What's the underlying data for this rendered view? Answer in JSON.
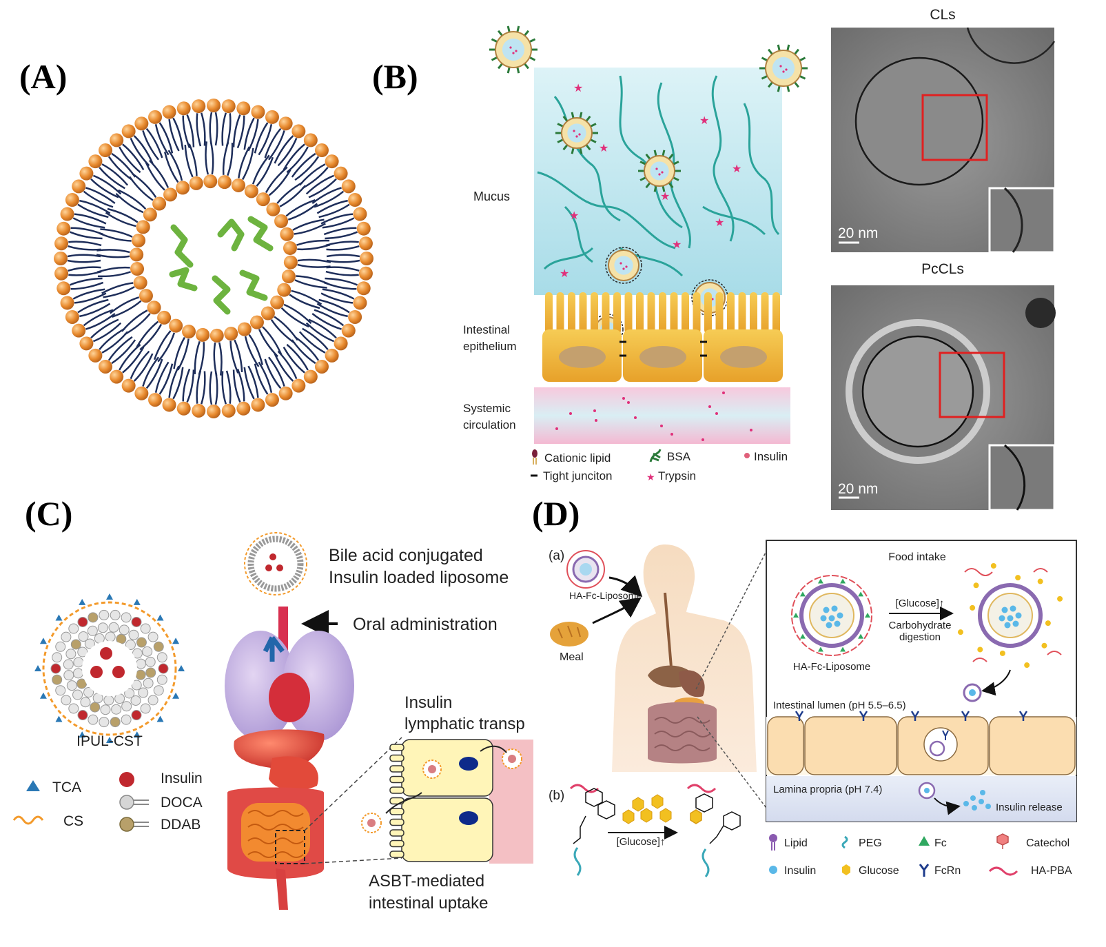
{
  "panels": {
    "a": {
      "label": "(A)"
    },
    "b": {
      "label": "(B)",
      "mucus": "Mucus",
      "epithelium_line1": "Intestinal",
      "epithelium_line2": "epithelium",
      "circulation_line1": "Systemic",
      "circulation_line2": "circulation",
      "legend": {
        "cationic_lipid": "Cationic lipid",
        "bsa": "BSA",
        "insulin": "Insulin",
        "tight_junction": "Tight junciton",
        "trypsin": "Trypsin"
      },
      "tem_top_title": "CLs",
      "tem_bottom_title": "PcCLs",
      "scale_top": "20 nm",
      "scale_bottom": "20 nm"
    },
    "c": {
      "label": "(C)",
      "liposome_name": "IPUL-CST",
      "bile_line1": "Bile acid conjugated",
      "bile_line2": "Insulin loaded liposome",
      "oral": "Oral administration",
      "lymph_line1": "Insulin",
      "lymph_line2": "lymphatic transp",
      "asbt_line1": "ASBT-mediated",
      "asbt_line2": "intestinal uptake",
      "legend": {
        "tca": "TCA",
        "cs": "CS",
        "insulin": "Insulin",
        "doca": "DOCA",
        "ddab": "DDAB"
      }
    },
    "d": {
      "label": "(D)",
      "sub_a": "(a)",
      "sub_b": "(b)",
      "ha_fc_left": "HA-Fc-Liposome",
      "meal": "Meal",
      "food_intake": "Food intake",
      "glucose_arrow": "[Glucose]↑",
      "carb_line1": "Carbohydrate",
      "carb_line2": "digestion",
      "ha_fc_box": "HA-Fc-Liposome",
      "lumen": "Intestinal lumen  (pH 5.5–6.5)",
      "lamina": "Lamina  propria (pH 7.4)",
      "insulin_release": "Insulin release",
      "glucose_b": "[Glucose]↑",
      "legend": {
        "lipid": "Lipid",
        "peg": "PEG",
        "fc": "Fc",
        "catechol": "Catechol",
        "insulin": "Insulin",
        "glucose": "Glucose",
        "fcrn": "FcRn",
        "ha_pba": "HA-PBA"
      }
    }
  },
  "colors": {
    "headgroup": "#E88A2E",
    "tail": "#1E2E5A",
    "insulin_strand": "#6DB33F",
    "mucus": "#BEE6EE",
    "mucin": "#2AA39A",
    "trypsin": "#E0307A",
    "epithelium": "#F2B33A",
    "frame_red": "#E02020",
    "insulin_dot": "#C0282E",
    "cs_orange": "#F39A2B",
    "tca_blue": "#2A78B5",
    "cell_yellow": "#FFF5B8"
  }
}
